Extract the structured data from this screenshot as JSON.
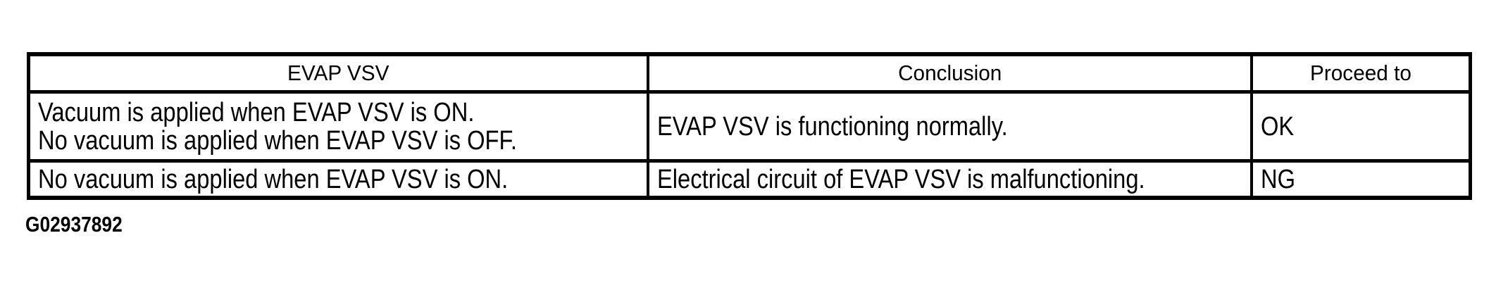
{
  "colors": {
    "background": "#ffffff",
    "border": "#000000",
    "text": "#000000"
  },
  "table": {
    "columns": [
      {
        "header": "EVAP VSV"
      },
      {
        "header": "Conclusion"
      },
      {
        "header": "Proceed to"
      }
    ],
    "rows": [
      {
        "evap_vsv_lines": [
          "Vacuum is applied when EVAP VSV is ON.",
          "No vacuum is applied when EVAP VSV is OFF."
        ],
        "conclusion": "EVAP VSV is functioning normally.",
        "proceed_to": "OK"
      },
      {
        "evap_vsv_lines": [
          "No vacuum is applied when EVAP VSV is ON."
        ],
        "conclusion": "Electrical circuit of EVAP VSV is malfunctioning.",
        "proceed_to": "NG"
      }
    ]
  },
  "figure_id": "G02937892"
}
